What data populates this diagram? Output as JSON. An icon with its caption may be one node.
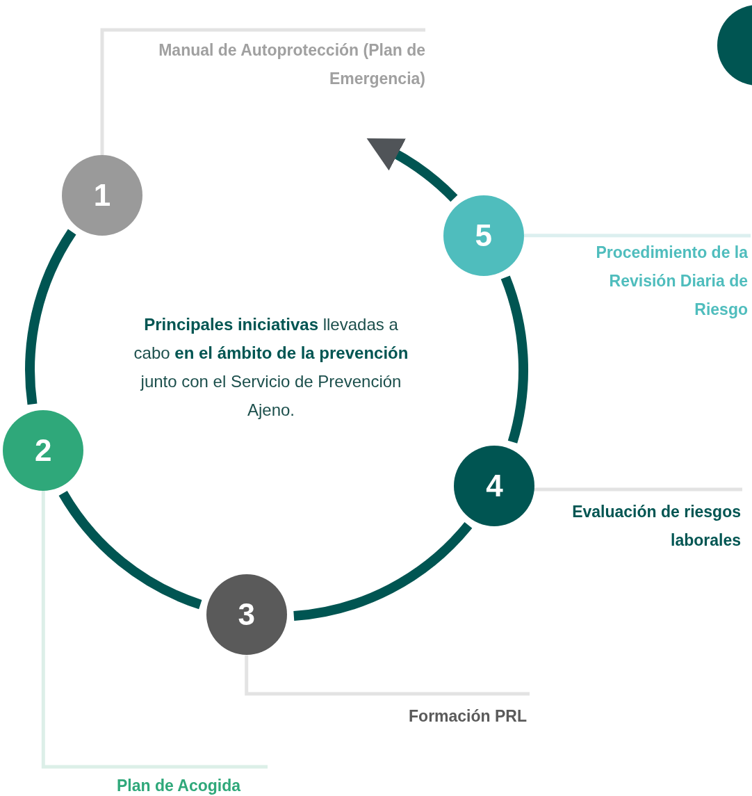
{
  "diagram": {
    "nodes": [
      {
        "text": [
          "1"
        ]
      },
      {
        "text": [
          "Manual de Autoprotección (Plan de Emergencia)"
        ]
      },
      {
        "text": [
          "5"
        ]
      },
      {
        "text": [
          "Procedimiento de la Revisión Diaria de Riesgo"
        ]
      },
      {
        "text": [
          "2"
        ]
      },
      {
        "text": [
          "4"
        ]
      },
      {
        "text": [
          "Evaluación de riesgos laborales"
        ]
      },
      {
        "text": [
          "3"
        ]
      },
      {
        "text": [
          "Formación PRL"
        ]
      },
      {
        "text": [
          "Plan de Acogida"
        ]
      },
      {
        "text": [],
        "shape": "circle"
      }
    ],
    "edges": [
      {
        "from": 0,
        "to": 4,
        "arrow": "none",
        "style": "thick",
        "color": "#005552"
      },
      {
        "from": 4,
        "to": 7,
        "arrow": "none",
        "style": "thick",
        "color": "#005552"
      },
      {
        "from": 7,
        "to": 5,
        "arrow": "none",
        "style": "thick",
        "color": "#005552"
      },
      {
        "from": 5,
        "to": 2,
        "arrow": "none",
        "style": "thick",
        "color": "#005552"
      },
      {
        "from": 2,
        "to": null,
        "arrow": "to",
        "style": "thick",
        "color": "#005552"
      },
      {
        "from": 1,
        "to": 0,
        "arrow": "none",
        "color": "#e3e3e3"
      },
      {
        "from": 3,
        "to": 2,
        "arrow": "none",
        "color": "#dcefef"
      },
      {
        "from": 6,
        "to": 5,
        "arrow": "none",
        "color": "#e3e3e3"
      },
      {
        "from": 8,
        "to": 7,
        "arrow": "none",
        "color": "#e3e3e3"
      },
      {
        "from": 9,
        "to": 4,
        "arrow": "none",
        "color": "#dcefe8"
      }
    ],
    "labels": [
      "**Principales iniciativas** llevadas a cabo **en el ámbito de la prevención** junto con el Servicio de Prevención Ajeno."
    ]
  }
}
